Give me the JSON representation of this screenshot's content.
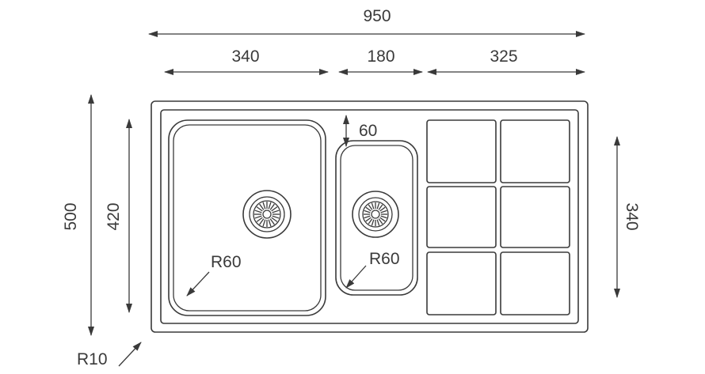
{
  "dimensions": {
    "overall_width": "950",
    "left_bowl_width": "340",
    "small_bowl_width": "180",
    "drainer_width": "325",
    "overall_depth": "500",
    "bowl_depth": "420",
    "drainer_depth": "340",
    "small_bowl_offset": "60",
    "left_bowl_radius": "R60",
    "small_bowl_radius": "R60",
    "corner_radius": "R10"
  }
}
